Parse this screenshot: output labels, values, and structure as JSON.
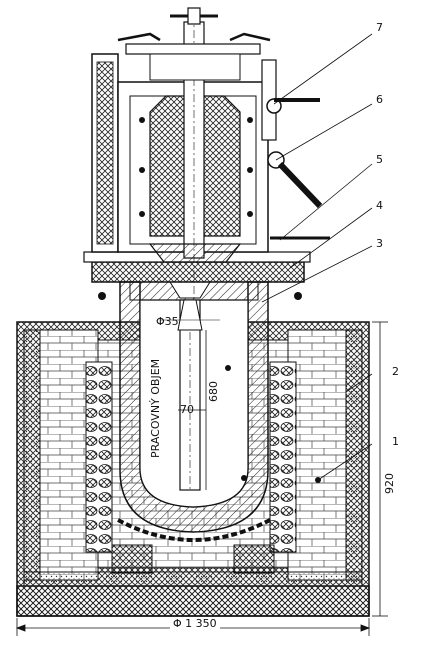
{
  "diagram": {
    "callouts": [
      "1",
      "2",
      "3",
      "4",
      "5",
      "6",
      "7"
    ],
    "labels": {
      "working_volume": "PRACOVNÝ OBJEM",
      "bore_diameter": "Φ35",
      "inner_width": "70",
      "inner_depth": "680",
      "total_height": "920",
      "outer_diameter": "Φ 1 350"
    }
  }
}
